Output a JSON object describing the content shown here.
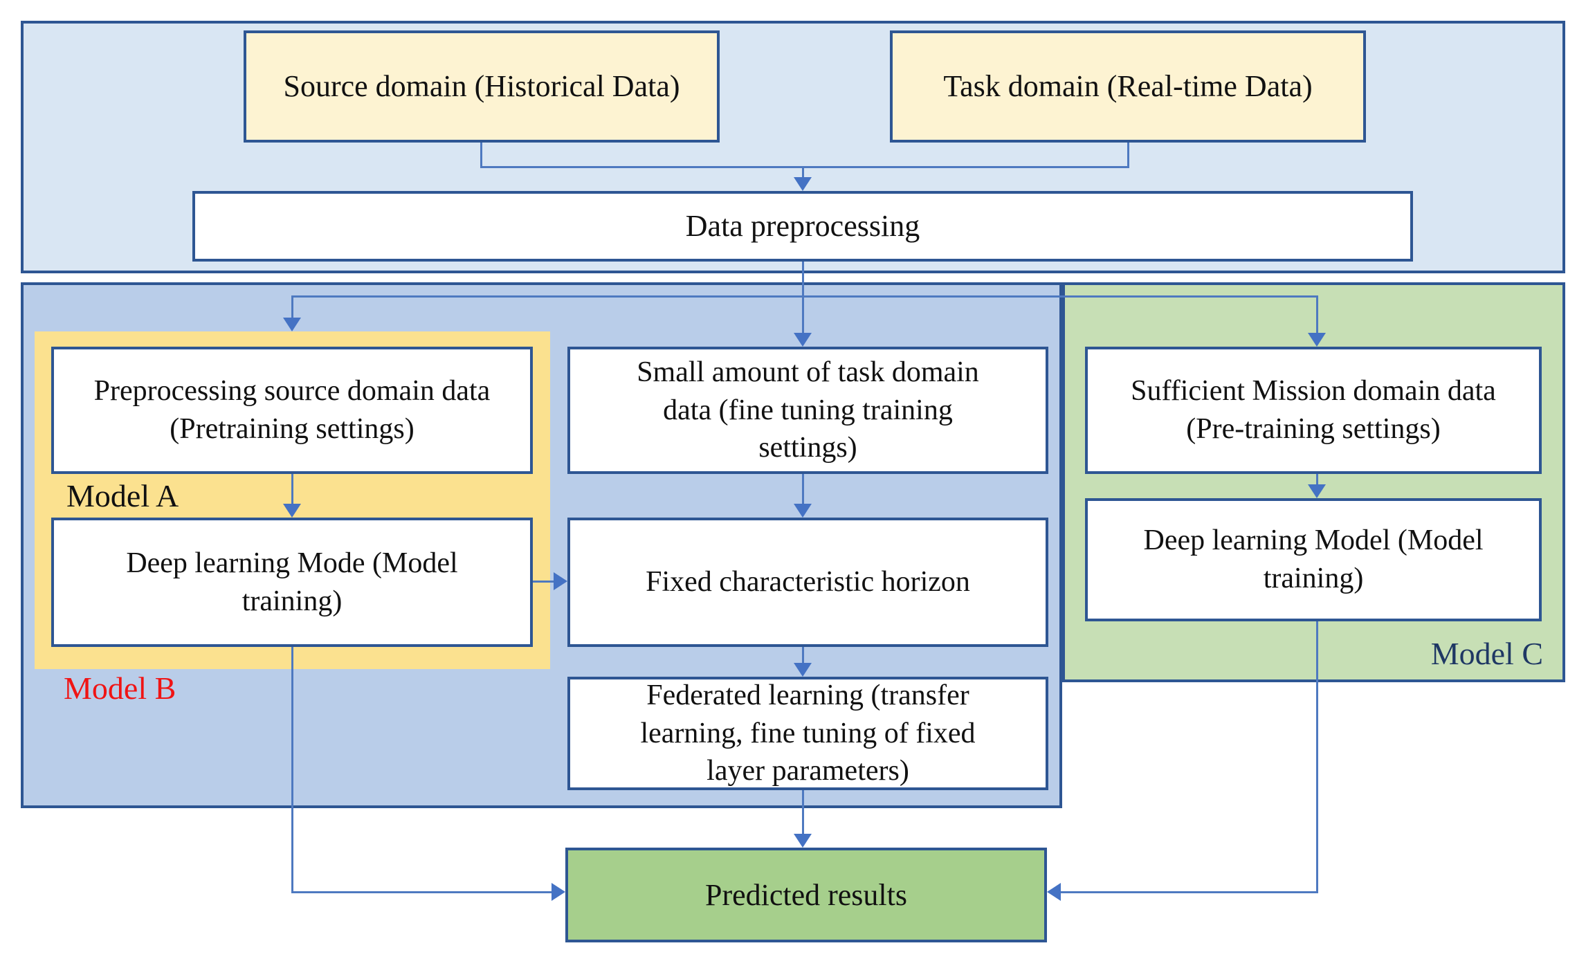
{
  "top_section": {
    "source_box_label": "Source domain (Historical Data)",
    "task_box_label": "Task domain (Real-time Data)",
    "preprocessing_box_label": "Data preprocessing"
  },
  "model_ab_panel": {
    "preprocessing_source_box_label": "Preprocessing source domain data (Pretraining settings)",
    "model_a_label": "Model A",
    "deep_learning_mode_box_label": "Deep learning Mode (Model training)",
    "model_b_label": "Model B"
  },
  "transfer_column": {
    "small_amount_box_label": "Small amount of task domain data (fine tuning training settings)",
    "fixed_horizon_box_label": "Fixed characteristic horizon",
    "federated_box_label": "Federated learning (transfer learning, fine tuning of fixed layer parameters)"
  },
  "model_c_panel": {
    "sufficient_box_label": "Sufficient Mission domain data (Pre-training settings)",
    "deep_learning_model_box_label": "Deep learning Model (Model training)",
    "model_c_label": "Model C"
  },
  "output": {
    "predicted_box_label": "Predicted results"
  },
  "colors": {
    "top_panel_bg": "#d9e6f3",
    "middle_panel_bg": "#b9cde9",
    "model_c_panel_bg": "#c7dfb5",
    "model_ab_container_bg": "#fbe18f",
    "cream_box_bg": "#fdf3d2",
    "predicted_box_bg": "#a6cf8c",
    "border": "#2e5693",
    "connector_line": "#4e79c0",
    "arrowhead": "#4472c4",
    "model_b_label_color": "#f01414",
    "model_c_label_color": "#1f3864"
  }
}
